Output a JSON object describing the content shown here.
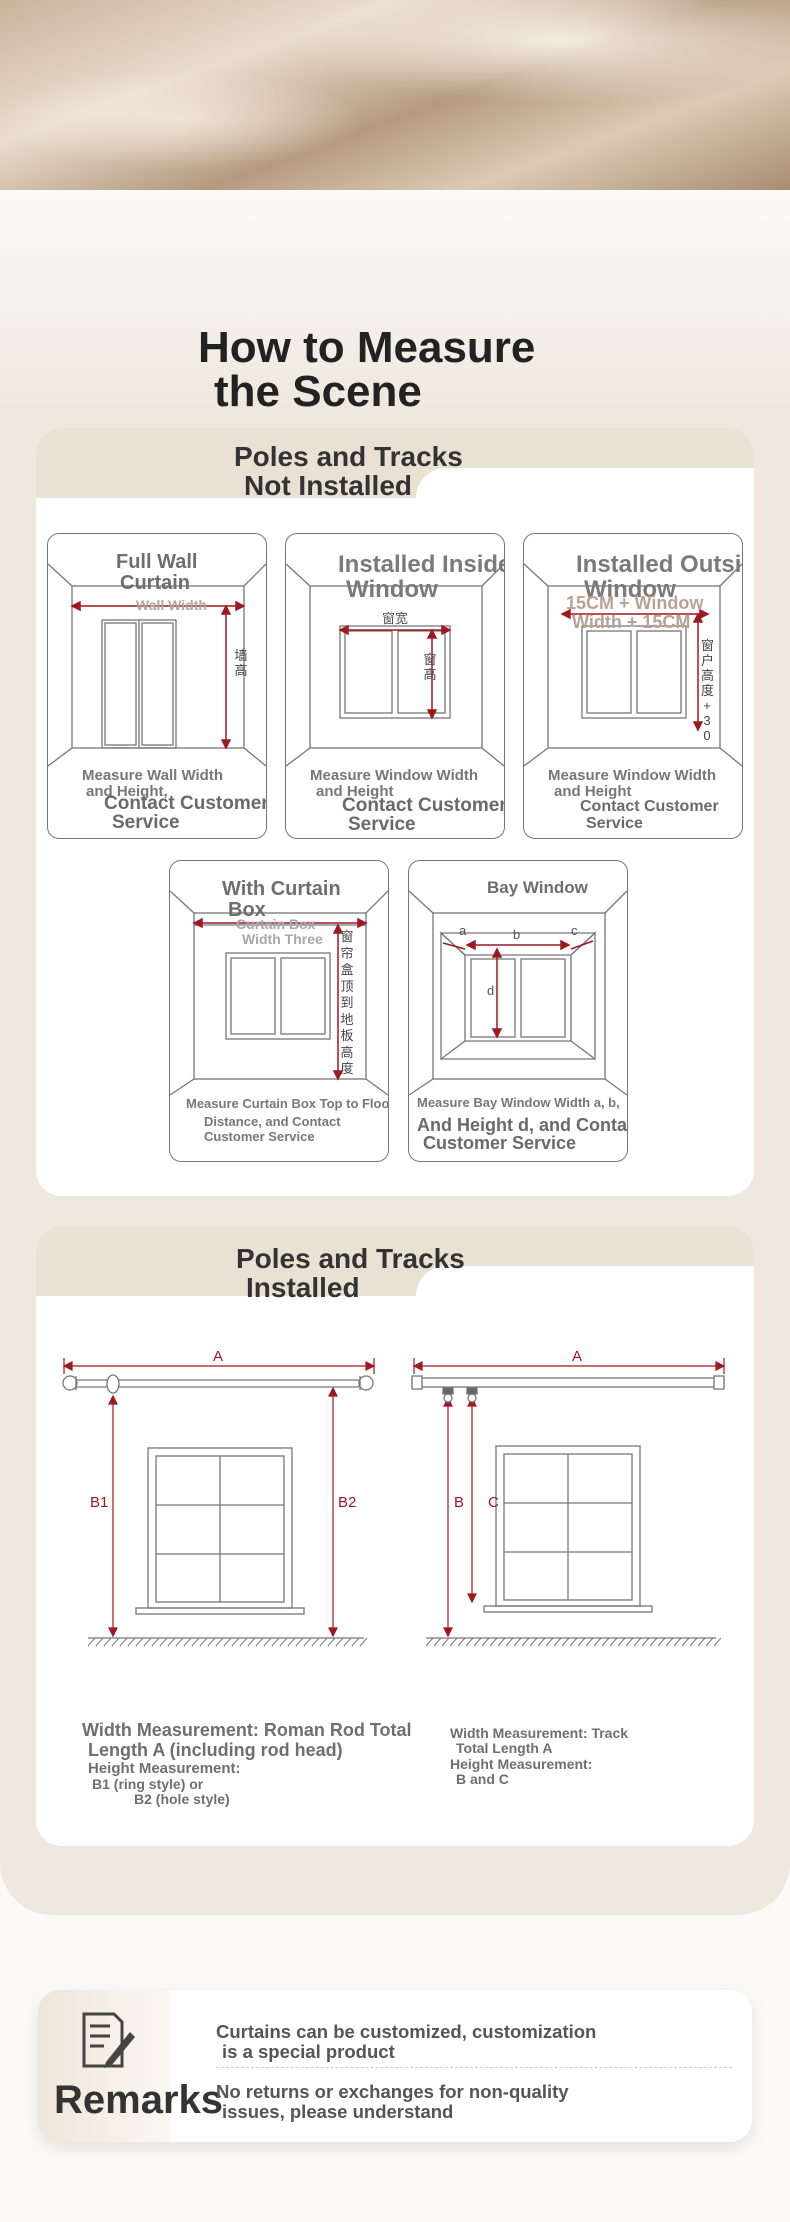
{
  "page_title": [
    "How to Measure",
    "the Scene"
  ],
  "section_not_installed": {
    "title": [
      "Poles and Tracks",
      "Not Installed"
    ],
    "diagrams": [
      {
        "title": [
          "Full Wall",
          "Curtain"
        ],
        "overlay": "Wall Width",
        "width_label": "",
        "height_label": "墙高",
        "caption": [
          "Measure Wall Width",
          "and Height,"
        ],
        "contact": [
          "Contact Customer",
          "Service"
        ]
      },
      {
        "title": [
          "Installed Inside",
          "Window"
        ],
        "width_label": "窗宽",
        "height_label": "窗高",
        "caption": [
          "Measure Window Width",
          "and Height"
        ],
        "contact": [
          "Contact Customer",
          "Service"
        ]
      },
      {
        "title": [
          "Installed Outside",
          "Window"
        ],
        "overlay": [
          "15CM + Window",
          "Width + 15CM"
        ],
        "height_label": "窗户高度+30",
        "caption": [
          "Measure Window Width",
          "and Height"
        ],
        "contact": [
          "Contact Customer",
          "Service"
        ]
      },
      {
        "title": [
          "With Curtain",
          "Box"
        ],
        "overlay": [
          "Curtain Box",
          "Width Three"
        ],
        "height_label": "窗帘盒顶到地板高度",
        "caption": [
          "Measure Curtain Box Top to Floor",
          "Distance, and Contact",
          "Customer Service"
        ]
      },
      {
        "title": [
          "Bay Window"
        ],
        "letters": [
          "a",
          "b",
          "c",
          "d"
        ],
        "caption": [
          "Measure Bay Window Width a, b,",
          "And Height d, and Contact",
          "Customer Service"
        ]
      }
    ]
  },
  "section_installed": {
    "title": [
      "Poles and Tracks",
      "Installed"
    ],
    "left": {
      "a": "A",
      "b1": "B1",
      "b2": "B2",
      "note": [
        "Width Measurement: Roman Rod Total",
        "Length A (including rod head)",
        "Height Measurement:",
        "B1 (ring style) or",
        "B2 (hole style)"
      ]
    },
    "right": {
      "a": "A",
      "b": "B",
      "c": "C",
      "note": [
        "Width Measurement: Track",
        "Total Length A",
        "Height Measurement:",
        "B and C"
      ]
    }
  },
  "remarks": {
    "title": "Remarks",
    "items": [
      [
        "Curtains can be customized, customization",
        "is a special product"
      ],
      [
        "No returns or exchanges for non-quality",
        "issues, please understand"
      ]
    ]
  },
  "colors": {
    "accent_red": "#a01820",
    "beige": "#efe8df",
    "header_beige": "#e9e1d3"
  }
}
